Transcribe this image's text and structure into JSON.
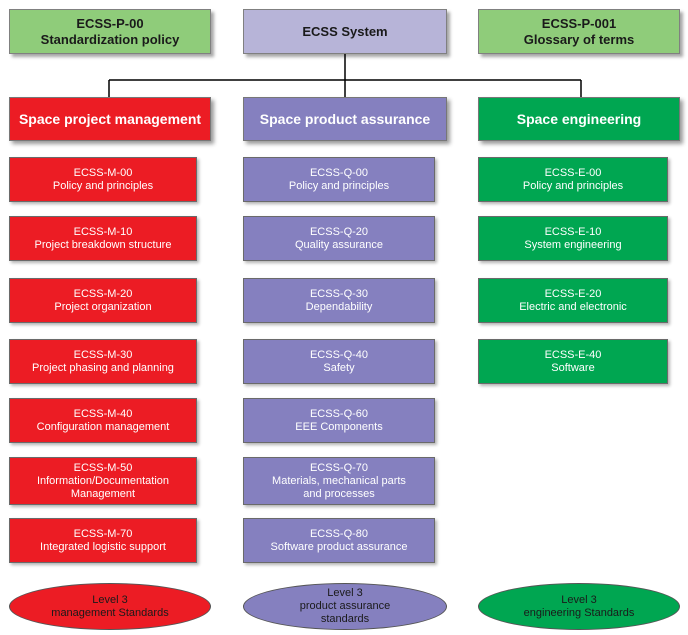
{
  "top": {
    "left": {
      "line1": "ECSS-P-00",
      "line2": "Standardization policy"
    },
    "center": {
      "line1": "ECSS System"
    },
    "right": {
      "line1": "ECSS-P-001",
      "line2": "Glossary of terms"
    }
  },
  "branches": {
    "management": {
      "title": "Space project management",
      "items": [
        {
          "code": "ECSS-M-00",
          "name": "Policy and principles"
        },
        {
          "code": "ECSS-M-10",
          "name": "Project breakdown structure"
        },
        {
          "code": "ECSS-M-20",
          "name": "Project organization"
        },
        {
          "code": "ECSS-M-30",
          "name": "Project phasing and planning"
        },
        {
          "code": "ECSS-M-40",
          "name": "Configuration management"
        },
        {
          "code": "ECSS-M-50",
          "name": "Information/Documentation",
          "name2": "Management"
        },
        {
          "code": "ECSS-M-70",
          "name": "Integrated logistic support"
        }
      ],
      "level": {
        "line1": "Level 3",
        "line2": "management Standards"
      }
    },
    "assurance": {
      "title": "Space product assurance",
      "items": [
        {
          "code": "ECSS-Q-00",
          "name": "Policy and principles"
        },
        {
          "code": "ECSS-Q-20",
          "name": "Quality assurance"
        },
        {
          "code": "ECSS-Q-30",
          "name": "Dependability"
        },
        {
          "code": "ECSS-Q-40",
          "name": "Safety"
        },
        {
          "code": "ECSS-Q-60",
          "name": "EEE Components"
        },
        {
          "code": "ECSS-Q-70",
          "name": "Materials, mechanical parts",
          "name2": "and processes"
        },
        {
          "code": "ECSS-Q-80",
          "name": "Software product assurance"
        }
      ],
      "level": {
        "line1": "Level 3",
        "line2": "product assurance",
        "line3": "standards"
      }
    },
    "engineering": {
      "title": "Space engineering",
      "items": [
        {
          "code": "ECSS-E-00",
          "name": "Policy and principles"
        },
        {
          "code": "ECSS-E-10",
          "name": "System engineering"
        },
        {
          "code": "ECSS-E-20",
          "name": "Electric and electronic"
        },
        {
          "code": "ECSS-E-40",
          "name": "Software"
        }
      ],
      "level": {
        "line1": "Level 3",
        "line2": "engineering Standards"
      }
    }
  },
  "colors": {
    "management": "#ec1c24",
    "assurance": "#8580bf",
    "engineering": "#00a651",
    "top_side": "#8fcc7a",
    "top_center": "#b7b4d8"
  }
}
